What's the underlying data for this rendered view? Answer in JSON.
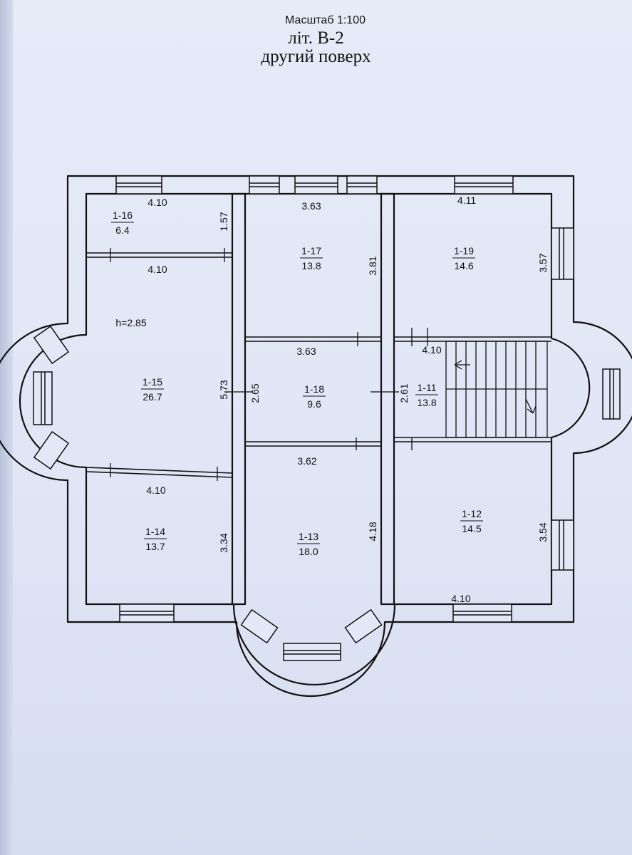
{
  "header": {
    "scale": "Масштаб 1:100",
    "letter": "літ. В-2",
    "floor": "другий поверх"
  },
  "plan": {
    "ceiling_height": "h=2.85",
    "rooms": [
      {
        "id": "1-16",
        "area": "6.4"
      },
      {
        "id": "1-17",
        "area": "13.8"
      },
      {
        "id": "1-19",
        "area": "14.6"
      },
      {
        "id": "1-15",
        "area": "26.7"
      },
      {
        "id": "1-18",
        "area": "9.6"
      },
      {
        "id": "1-11",
        "area": "13.8"
      },
      {
        "id": "1-14",
        "area": "13.7"
      },
      {
        "id": "1-13",
        "area": "18.0"
      },
      {
        "id": "1-12",
        "area": "14.5"
      }
    ],
    "dimensions": [
      "4.10",
      "1.57",
      "4.10",
      "3.63",
      "3.81",
      "4.11",
      "3.57",
      "5.73",
      "2.65",
      "3.63",
      "2.61",
      "4.10",
      "3.62",
      "4.10",
      "3.34",
      "4.18",
      "3.54",
      "4.10"
    ]
  },
  "colors": {
    "ink": "#111111",
    "paper": "#e3e8f6"
  }
}
